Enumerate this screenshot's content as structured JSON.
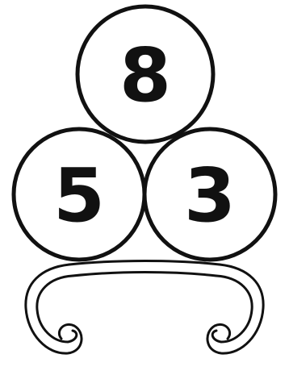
{
  "number_bond": {
    "top": "8",
    "left": "5",
    "right": "3"
  }
}
